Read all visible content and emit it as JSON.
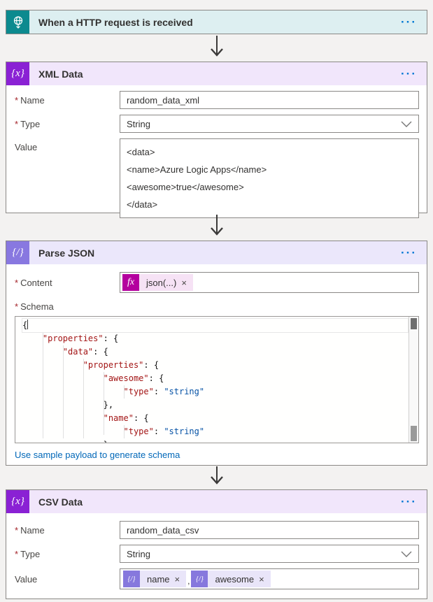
{
  "ui": {
    "required_marker": "*",
    "remove_glyph": "×",
    "menu_glyph": "···"
  },
  "trigger": {
    "title": "When a HTTP request is received",
    "icon": "http-request-globe"
  },
  "xml_action": {
    "title": "XML Data",
    "icon_glyph": "{x}",
    "name_label": "Name",
    "name_value": "random_data_xml",
    "type_label": "Type",
    "type_value": "String",
    "value_label": "Value",
    "value_lines": [
      "<data>",
      "<name>Azure Logic Apps</name>",
      "<awesome>true</awesome>",
      "</data>"
    ]
  },
  "parse_action": {
    "title": "Parse JSON",
    "icon_glyph": "{/}",
    "content_label": "Content",
    "content_token": "json(...)",
    "content_token_icon": "fx",
    "schema_label": "Schema",
    "schema_lines": [
      "{",
      "    \"properties\": {",
      "        \"data\": {",
      "            \"properties\": {",
      "                \"awesome\": {",
      "                    \"type\": \"string\"",
      "                },",
      "                \"name\": {",
      "                    \"type\": \"string\"",
      "                }"
    ],
    "link": "Use sample payload to generate schema"
  },
  "csv_action": {
    "title": "CSV Data",
    "icon_glyph": "{x}",
    "name_label": "Name",
    "name_value": "random_data_csv",
    "type_label": "Type",
    "type_value": "String",
    "value_label": "Value",
    "value_tokens": [
      {
        "icon": "{/}",
        "label": "name"
      },
      {
        "icon": "{/}",
        "label": "awesome"
      }
    ],
    "token_separator": ","
  },
  "colors": {
    "canvas_bg": "#f3f2f1",
    "accent_blue": "#0078d4",
    "trigger_icon_bg": "#0c8a8f",
    "trigger_header_bg": "#ddeff1",
    "variable_icon_bg": "#8a21d4",
    "variable_header_bg": "#f1e6fb",
    "dataop_icon_bg": "#8878e0",
    "dataop_header_bg": "#ebe7fb",
    "fx_icon_bg": "#b4009e",
    "fx_pill_bg": "#f6e2f5",
    "token_icon_bg": "#8678dd",
    "token_pill_bg": "#e9e5f9",
    "required_red": "#a4262c",
    "link_blue": "#0067b8",
    "code_key": "#a31515",
    "code_string": "#0451a5",
    "arrow": "#3b3a39"
  }
}
